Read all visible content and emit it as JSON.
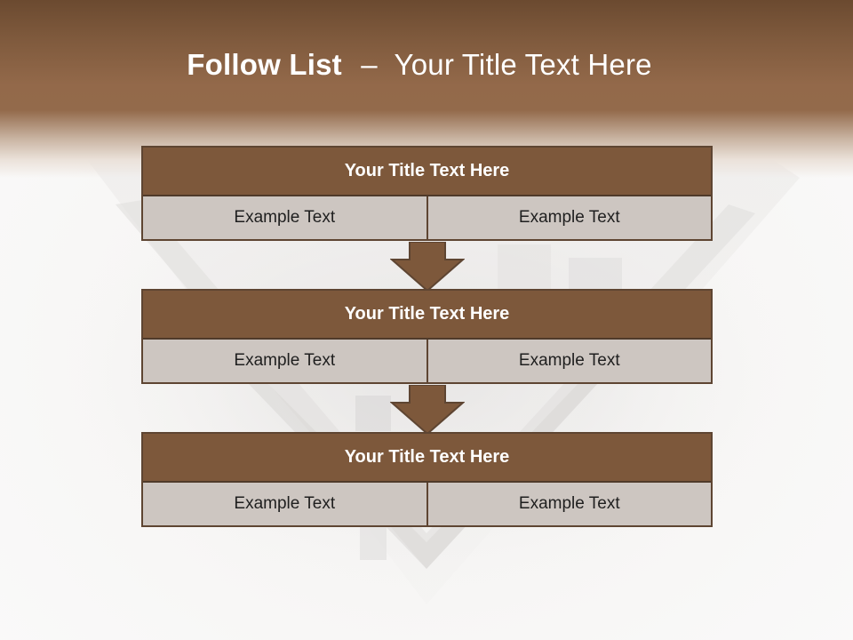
{
  "slide": {
    "title_bold": "Follow List",
    "title_separator": "–",
    "title_rest": "Your Title Text Here"
  },
  "steps": [
    {
      "title": "Your Title Text Here",
      "left": "Example Text",
      "right": "Example Text"
    },
    {
      "title": "Your Title Text Here",
      "left": "Example Text",
      "right": "Example Text"
    },
    {
      "title": "Your Title Text Here",
      "left": "Example Text",
      "right": "Example Text"
    }
  ],
  "colors": {
    "header_brown": "#93694a",
    "box_title": "#7d583b",
    "box_cell": "#cdc6c1",
    "border": "#5e4532"
  }
}
